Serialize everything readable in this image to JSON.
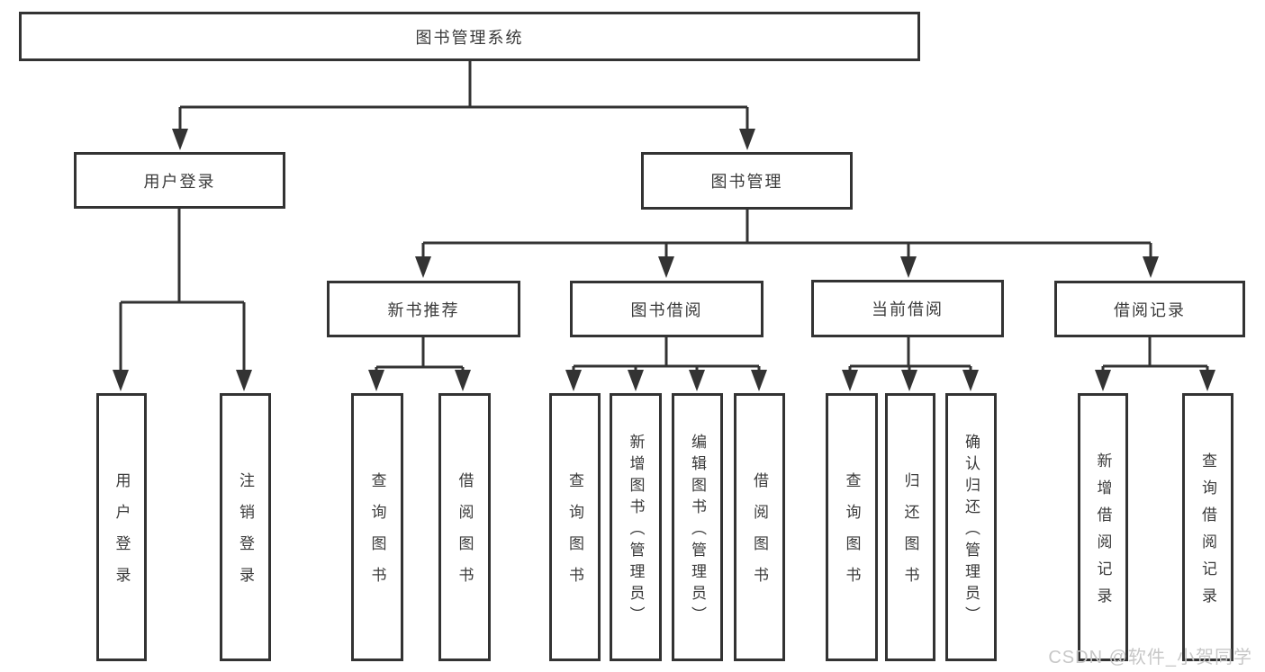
{
  "root": {
    "label": "图书管理系统"
  },
  "branches": [
    {
      "label": "用户登录",
      "leaves": [
        {
          "label": "用户登录"
        },
        {
          "label": "注销登录"
        }
      ]
    },
    {
      "label": "图书管理",
      "groups": [
        {
          "label": "新书推荐",
          "leaves": [
            {
              "label": "查询图书"
            },
            {
              "label": "借阅图书"
            }
          ]
        },
        {
          "label": "图书借阅",
          "leaves": [
            {
              "label": "查询图书"
            },
            {
              "label": "新增图书（管理员）"
            },
            {
              "label": "编辑图书（管理员）"
            },
            {
              "label": "借阅图书"
            }
          ]
        },
        {
          "label": "当前借阅",
          "leaves": [
            {
              "label": "查询图书"
            },
            {
              "label": "归还图书"
            },
            {
              "label": "确认归还（管理员）"
            }
          ]
        },
        {
          "label": "借阅记录",
          "leaves": [
            {
              "label": "新增借阅记录"
            },
            {
              "label": "查询借阅记录"
            }
          ]
        }
      ]
    }
  ],
  "watermark": {
    "text": "CSDN @软件_小贺同学"
  },
  "colors": {
    "line": "#333333",
    "box_border": "#333333",
    "text": "#3a3a3a",
    "watermark": "#c7c7c7",
    "background": "#ffffff"
  }
}
